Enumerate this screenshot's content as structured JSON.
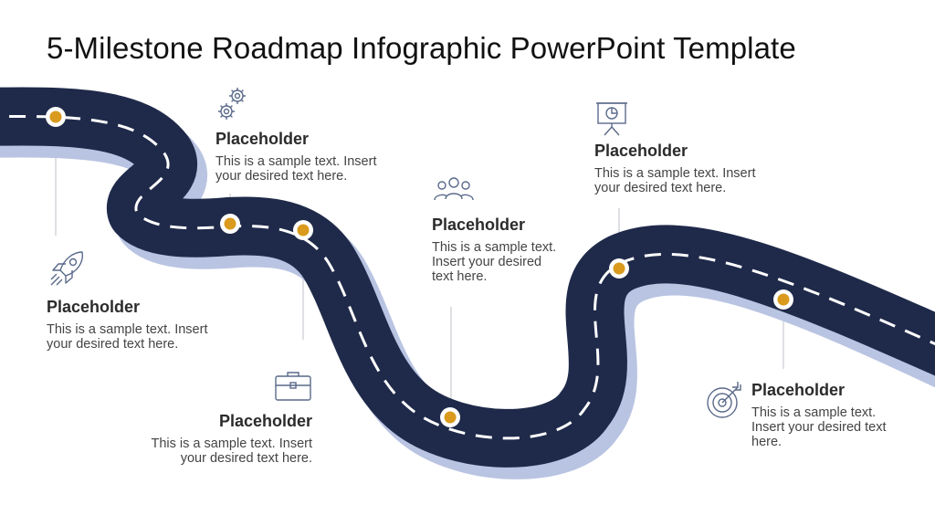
{
  "title": "5-Milestone Roadmap Infographic PowerPoint Template",
  "milestones": [
    {
      "heading": "Placeholder",
      "text": "This is a sample text. Insert your desired text here.",
      "icon": "gears-icon"
    },
    {
      "heading": "Placeholder",
      "text": "This is a sample text. Insert your desired text here.",
      "icon": "rocket-icon"
    },
    {
      "heading": "Placeholder",
      "text": "This is a sample text. Insert your desired text here.",
      "icon": "briefcase-icon"
    },
    {
      "heading": "Placeholder",
      "text": "This is a sample text. Insert your desired text here.",
      "icon": "team-icon"
    },
    {
      "heading": "Placeholder",
      "text": "This is a sample text. Insert your desired text here.",
      "icon": "presentation-chart-icon"
    },
    {
      "heading": "Placeholder",
      "text": "This is a sample text. Insert your desired text here.",
      "icon": "target-icon"
    }
  ],
  "colors": {
    "road": "#1f2a4a",
    "road_shadow": "#b9c4e2",
    "marker": "#d99a1e",
    "icon_stroke": "#5a6a8a",
    "leader": "#c9ccd3"
  }
}
